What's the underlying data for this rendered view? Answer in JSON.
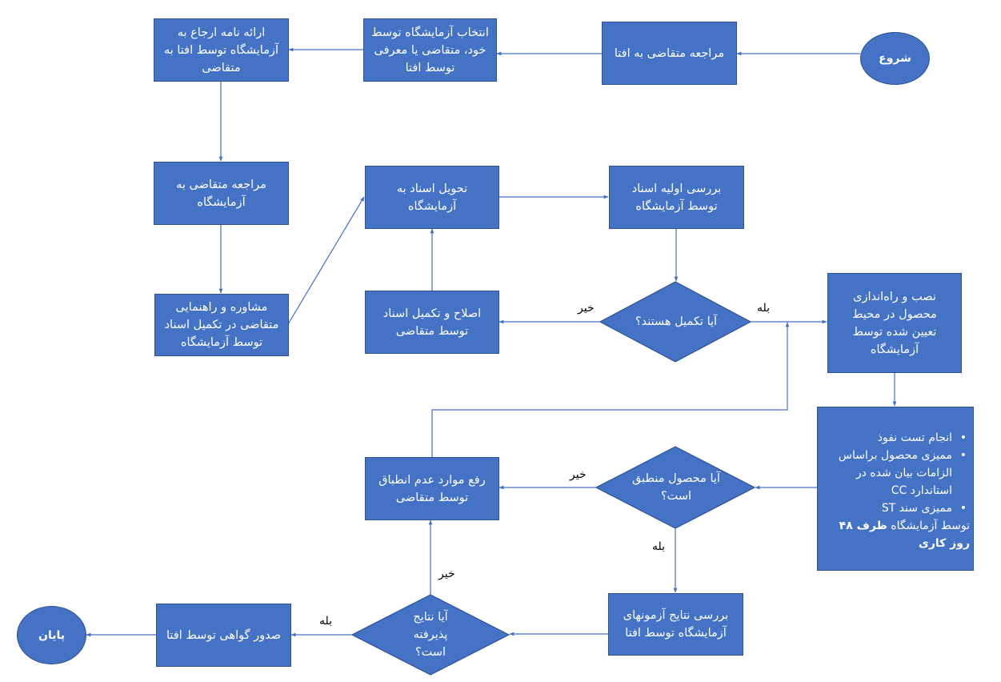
{
  "colors": {
    "node_fill": "#4472C4",
    "node_border": "#2F528F",
    "edge": "#4472C4",
    "label_text": "#000000"
  },
  "start": {
    "label": "شروع"
  },
  "end": {
    "label": "پایان"
  },
  "nodes": {
    "visit_afta": "مراجعه متقاضی به افتا",
    "select_lab": "انتخاب آزمایشگاه توسط خود، متقاضی یا معرفی توسط افتا",
    "referral_letter": "ارائه نامه ارجاع به آزمایشگاه توسط افتا به متقاضی",
    "visit_lab": "مراجعه متقاضی به آزمایشگاه",
    "consulting": "مشاوره و راهنمایی متقاضی در تکمیل اسناد توسط آزمایشگاه",
    "deliver_docs": "تحویل اسناد به آزمایشگاه",
    "initial_review": "بررسی اولیه اسناد توسط آزمایشگاه",
    "fix_docs": "اصلاح و تکمیل اسناد توسط متقاضی",
    "install_product": "نصب و راه‌اندازی محصول در محیط تعیین شده توسط آزمایشگاه",
    "fix_nonconformity": "رفع موارد عدم انطباق توسط متقاضی",
    "review_results": "بررسی نتایج آزمونهای آزمایشگاه توسط افتا",
    "issue_certificate": "صدور گواهی توسط افتا"
  },
  "evaluation_box": {
    "bullets": [
      "انجام تست نفوذ",
      "ممیزی محصول براساس الزامات بیان شده در استاندارد CC",
      "ممیزی سند ST"
    ],
    "tail_prefix": "توسط آزمایشگاه ",
    "tail_bold": "ظرف ۴۸ روز کاری"
  },
  "decisions": {
    "docs_complete": "آیا تکمیل هستند؟",
    "product_conforms": "آیا محصول منطبق است؟",
    "results_accepted": "آیا نتایج پذیرفته است؟"
  },
  "edge_labels": {
    "docs_no": "خیر",
    "docs_yes": "بله",
    "conform_no": "خیر",
    "conform_yes": "بله",
    "accepted_no": "خیر",
    "accepted_yes": "بله"
  }
}
